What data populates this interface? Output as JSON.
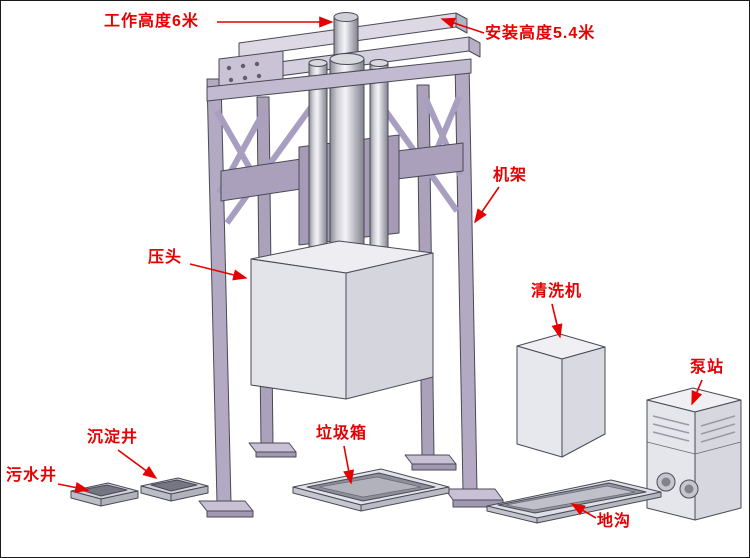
{
  "diagram": {
    "labels": [
      {
        "name": "work-height",
        "text": "工作高度6米"
      },
      {
        "name": "install-height",
        "text": "安装高度5.4米"
      },
      {
        "name": "frame",
        "text": "机架"
      },
      {
        "name": "press-head",
        "text": "压头"
      },
      {
        "name": "washing-machine",
        "text": "清洗机"
      },
      {
        "name": "pump-station",
        "text": "泵站"
      },
      {
        "name": "garbage-bin",
        "text": "垃圾箱"
      },
      {
        "name": "trench",
        "text": "地沟"
      },
      {
        "name": "sedimentation-well",
        "text": "沉淀井"
      },
      {
        "name": "sewage-well",
        "text": "污水井"
      }
    ],
    "colors": {
      "label_text": "#e60000",
      "machine_purple": "#b3a9c3",
      "machine_light": "#e6e6ed",
      "machine_shade": "#d6d6df",
      "outline": "#4a4a55",
      "background": "#ffffff"
    }
  }
}
